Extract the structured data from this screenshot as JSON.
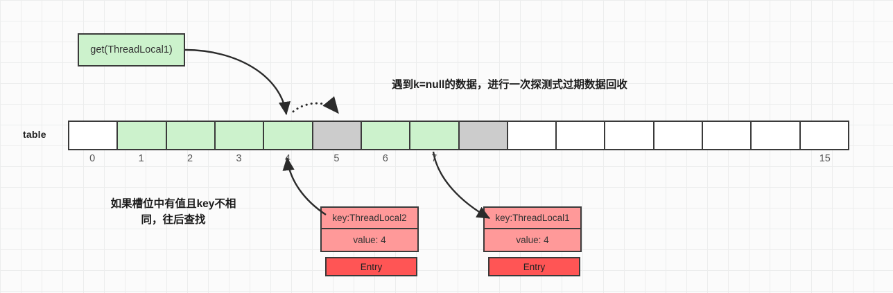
{
  "diagram": {
    "title_annotation": "遇到k=null的数据，进行一次探测式过期数据回收",
    "bottom_annotation_line1": "如果槽位中有值且key不相",
    "bottom_annotation_line2": "同，往后查找",
    "call_box_label": "get(ThreadLocal1)",
    "table_label": "table",
    "colors": {
      "green_slot": "#ccf2cc",
      "gray_slot": "#cccccc",
      "white_slot": "#ffffff",
      "entry_key_value": "#ff9999",
      "entry_band": "#ff5555",
      "stroke": "#3a3a3a",
      "grid": "#eceded",
      "background": "#fbfbfb"
    }
  },
  "table": {
    "label": "table",
    "slot_count": 16,
    "slots": [
      {
        "index": 0,
        "index_label": "0",
        "state": "white"
      },
      {
        "index": 1,
        "index_label": "1",
        "state": "green"
      },
      {
        "index": 2,
        "index_label": "2",
        "state": "green"
      },
      {
        "index": 3,
        "index_label": "3",
        "state": "green"
      },
      {
        "index": 4,
        "index_label": "4",
        "state": "green"
      },
      {
        "index": 5,
        "index_label": "5",
        "state": "gray"
      },
      {
        "index": 6,
        "index_label": "6",
        "state": "green"
      },
      {
        "index": 7,
        "index_label": "7",
        "state": "green"
      },
      {
        "index": 8,
        "index_label": "",
        "state": "gray"
      },
      {
        "index": 9,
        "index_label": "",
        "state": "white"
      },
      {
        "index": 10,
        "index_label": "",
        "state": "white"
      },
      {
        "index": 11,
        "index_label": "",
        "state": "white"
      },
      {
        "index": 12,
        "index_label": "",
        "state": "white"
      },
      {
        "index": 13,
        "index_label": "",
        "state": "white"
      },
      {
        "index": 14,
        "index_label": "",
        "state": "white"
      },
      {
        "index": 15,
        "index_label": "15",
        "state": "white"
      }
    ]
  },
  "entries": [
    {
      "id": "threadlocal2",
      "key_label": "key:ThreadLocal2",
      "value_label": "value: 4",
      "band_label": "Entry",
      "points_to_slot": 4
    },
    {
      "id": "threadlocal1",
      "key_label": "key:ThreadLocal1",
      "value_label": "value: 4",
      "band_label": "Entry",
      "points_to_slot": 7
    }
  ],
  "arrows": [
    {
      "name": "call-to-slot4",
      "style": "solid",
      "from": "get-call-box",
      "to": "slot-4"
    },
    {
      "name": "slot4-to-slot5",
      "style": "dotted",
      "from": "slot-4",
      "to": "slot-5"
    },
    {
      "name": "entry2-to-slot4",
      "style": "solid",
      "from": "entry-threadlocal2",
      "to": "slot-4"
    },
    {
      "name": "slot7-to-entry1",
      "style": "solid",
      "from": "slot-7",
      "to": "entry-threadlocal1"
    }
  ]
}
